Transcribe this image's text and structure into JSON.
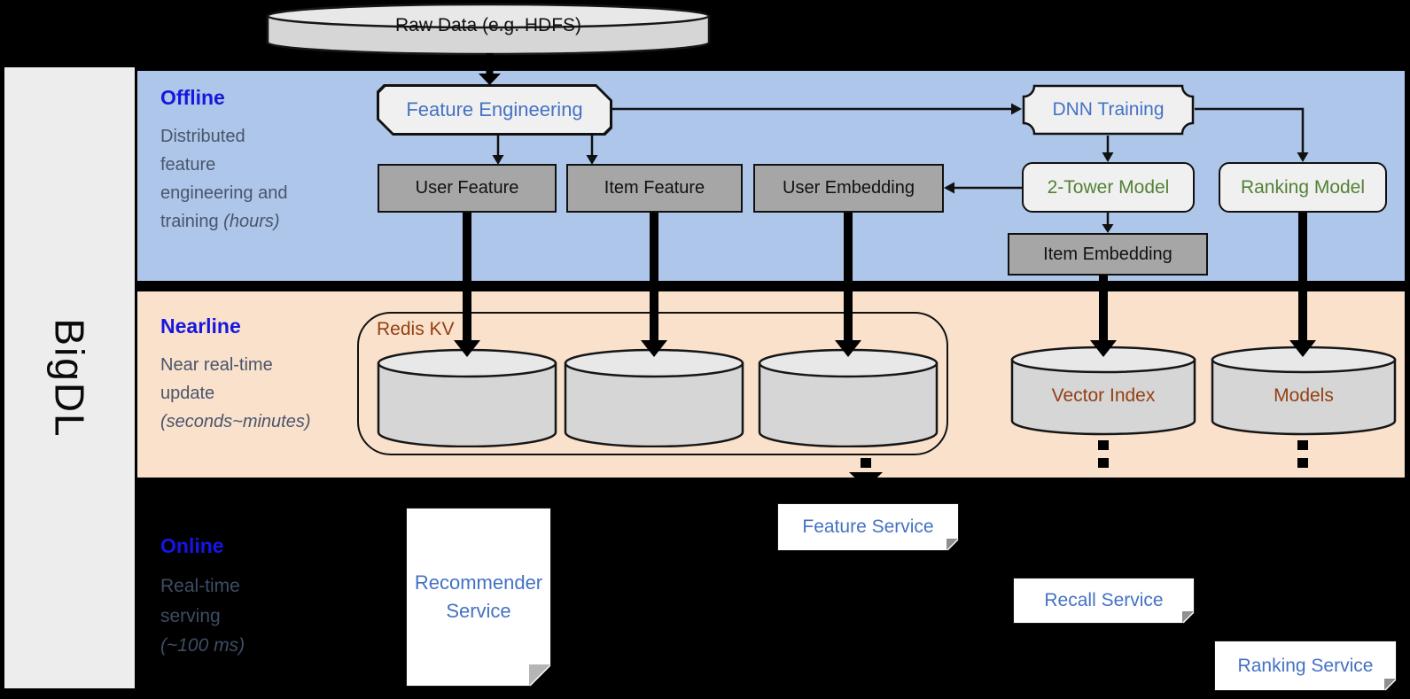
{
  "sidebar": {
    "title": "BigDL"
  },
  "raw_data": {
    "label": "Raw Data (e.g. HDFS)"
  },
  "bands": {
    "offline": {
      "label": "Offline",
      "desc_lines": [
        "Distributed",
        "feature",
        "engineering and",
        "training"
      ],
      "desc_italic": "(hours)"
    },
    "nearline": {
      "label": "Nearline",
      "desc_lines": [
        "Near real-time",
        "update"
      ],
      "desc_italic": "(seconds~minutes)"
    },
    "online": {
      "label": "Online",
      "desc_lines": [
        "Real-time",
        "serving"
      ],
      "desc_italic": "(~100 ms)"
    }
  },
  "shapes": {
    "feature_engineering": "Feature Engineering",
    "dnn_training": "DNN Training",
    "user_feature": "User Feature",
    "item_feature": "Item Feature",
    "user_embedding": "User Embedding",
    "two_tower_model": "2-Tower Model",
    "ranking_model": "Ranking Model",
    "item_embedding": "Item Embedding",
    "redis_kv": "Redis KV",
    "vector_index": "Vector Index",
    "models": "Models"
  },
  "services": {
    "recommender": "Recommender Service",
    "feature": "Feature Service",
    "recall": "Recall Service",
    "ranking": "Ranking Service"
  },
  "colors": {
    "band_offline": "#adc6e9",
    "band_nearline": "#f9e1cc",
    "background": "#000000",
    "sidebar_gray": "#ededed",
    "band_label_blue": "#1717dd",
    "shape_text_blue": "#4472c4",
    "model_text_green": "#538135",
    "storage_text_brown": "#943f12",
    "desc_text_gray": "#4a556b",
    "gray_box": "#a6a6a6",
    "light_box": "#f0f0f0"
  }
}
